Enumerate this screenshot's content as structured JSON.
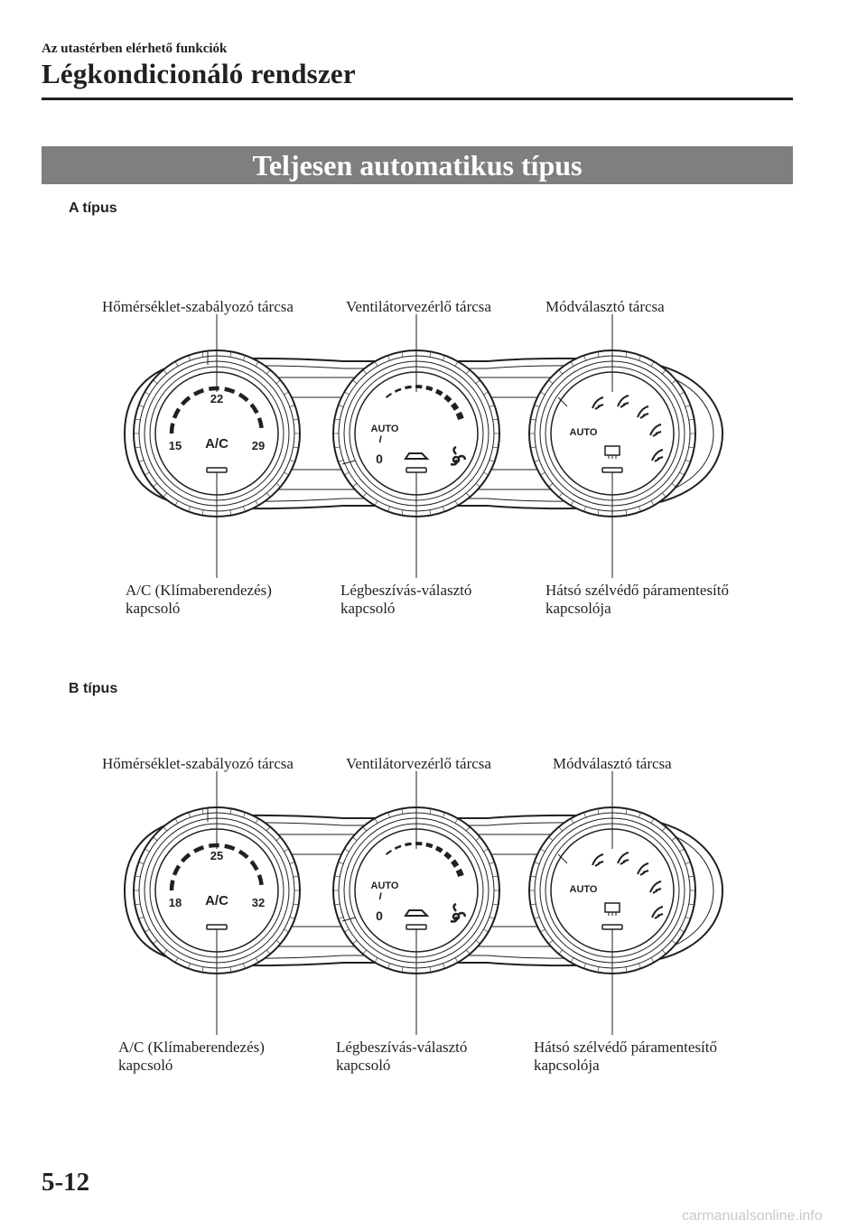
{
  "header": {
    "breadcrumb": "Az utastérben elérhető funkciók",
    "chapter_title": "Légkondicionáló rendszer"
  },
  "section": {
    "title": "Teljesen automatikus típus"
  },
  "diagrams": [
    {
      "type_label": "A típus",
      "callouts_top": {
        "temp_dial": "Hőmérséklet-szabályozó tárcsa",
        "fan_dial": "Ventilátorvezérlő tárcsa",
        "mode_dial": "Módválasztó tárcsa"
      },
      "callouts_bottom": {
        "ac_switch": [
          "A/C (Klímaberendezés)",
          "kapcsoló"
        ],
        "intake_switch": [
          "Légbeszívás-választó",
          "kapcsoló"
        ],
        "rear_defrost_switch": [
          "Hátsó szélvédő páramentesítő",
          "kapcsolója"
        ]
      },
      "dial_text": {
        "temp_top": "22",
        "temp_min": "15",
        "temp_max": "29",
        "ac": "A/C",
        "fan_auto": "AUTO",
        "fan_i": "I",
        "fan_zero": "0",
        "mode_auto": "AUTO"
      }
    },
    {
      "type_label": "B típus",
      "callouts_top": {
        "temp_dial": "Hőmérséklet-szabályozó tárcsa",
        "fan_dial": "Ventilátorvezérlő tárcsa",
        "mode_dial": "Módválasztó tárcsa"
      },
      "callouts_bottom": {
        "ac_switch": [
          "A/C (Klímaberendezés)",
          "kapcsoló"
        ],
        "intake_switch": [
          "Légbeszívás-választó",
          "kapcsoló"
        ],
        "rear_defrost_switch": [
          "Hátsó szélvédő páramentesítő",
          "kapcsolója"
        ]
      },
      "dial_text": {
        "temp_top": "25",
        "temp_min": "18",
        "temp_max": "32",
        "ac": "A/C",
        "fan_auto": "AUTO",
        "fan_i": "I",
        "fan_zero": "0",
        "mode_auto": "AUTO"
      }
    }
  ],
  "footer": {
    "page_number": "5-12",
    "watermark": "carmanualsonline.info"
  }
}
